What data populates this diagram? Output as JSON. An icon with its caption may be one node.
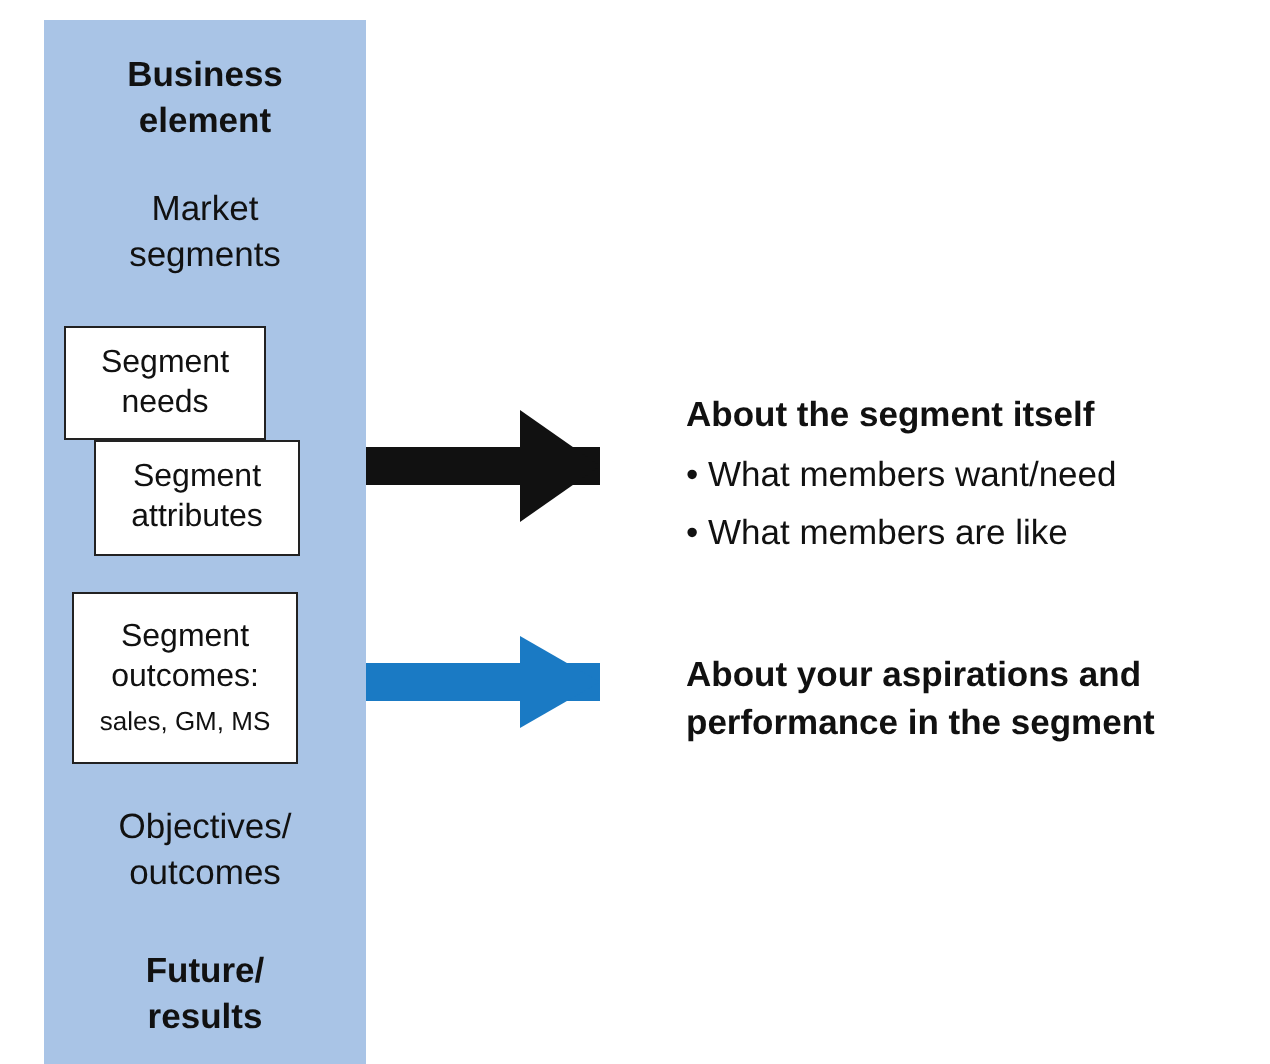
{
  "diagram": {
    "nodes": [
      {
        "text": [
          "Business element",
          "Market segments",
          "Objectives/ outcomes",
          "Future/ results"
        ]
      },
      {
        "text": [
          "Segment needs"
        ],
        "in": 0
      },
      {
        "text": [
          "Segment attributes"
        ],
        "in": 0
      },
      {
        "text": [
          "Segment outcomes:",
          "sales, GM, MS"
        ],
        "in": 0
      },
      {
        "text": [
          "About the segment itself",
          "• What members want/need",
          "• What members are like"
        ]
      },
      {
        "text": [
          "About your aspirations and performance in the segment"
        ]
      }
    ],
    "edges": [
      {
        "from": 2,
        "to": 4,
        "arrow": "to",
        "color": "#111111"
      },
      {
        "from": 3,
        "to": 5,
        "arrow": "to",
        "color": "#1a7ac4"
      }
    ]
  }
}
